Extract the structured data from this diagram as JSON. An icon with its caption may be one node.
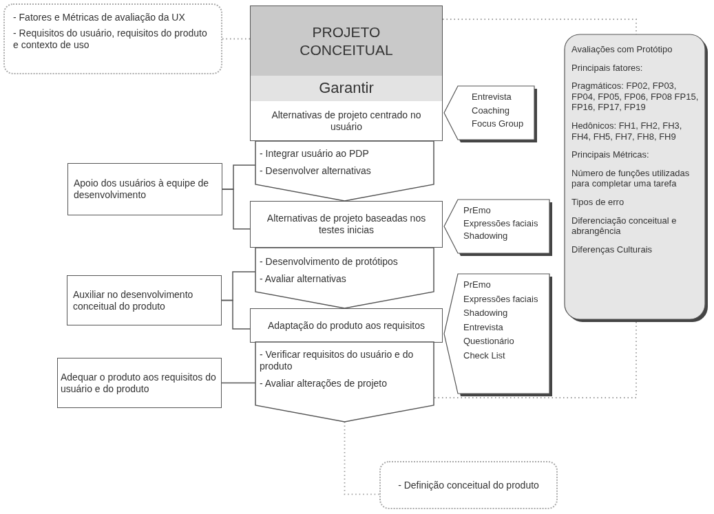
{
  "diagram": {
    "nodes": [
      {
        "text": [
          "- Fatores e Métricas de avaliação da UX",
          "- Requisitos do usuário, requisitos do produto e contexto de uso"
        ]
      },
      {
        "text": [
          "PROJETO CONCEITUAL"
        ]
      },
      {
        "text": [
          "Garantir"
        ]
      },
      {
        "text": [
          "Alternativas de projeto centrado no usuário"
        ]
      },
      {
        "text": [
          "- Integrar usuário ao PDP",
          "- Desenvolver alternativas"
        ]
      },
      {
        "text": [
          "Alternativas de projeto baseadas nos testes inicias"
        ]
      },
      {
        "text": [
          "- Desenvolvimento de protótipos",
          "- Avaliar alternativas"
        ]
      },
      {
        "text": [
          "Adaptação do produto aos requisitos"
        ]
      },
      {
        "text": [
          "- Verificar requisitos do usuário e do produto",
          "- Avaliar alterações de projeto"
        ]
      },
      {
        "text": [
          "Entrevista",
          "Coaching",
          "Focus Group"
        ]
      },
      {
        "text": [
          "PrEmo",
          "Expressões faciais",
          "Shadowing"
        ]
      },
      {
        "text": [
          "PrEmo",
          "Expressões faciais",
          "Shadowing",
          "Entrevista",
          "Questionário",
          "Check List"
        ]
      },
      {
        "text": [
          "Apoio dos usuários à equipe de desenvolvimento"
        ]
      },
      {
        "text": [
          "Auxiliar no desenvolvimento conceitual do produto"
        ]
      },
      {
        "text": [
          "Adequar o produto aos requisitos do usuário e do produto"
        ]
      },
      {
        "text": [
          "Avaliações com Protótipo",
          "Principais fatores:",
          "Pragmáticos: FP02, FP03, FP04, FP05, FP06, FP08 FP15, FP16, FP17, FP19",
          "Hedônicos: FH1, FH2, FH3, FH4, FH5, FH7, FH8, FH9",
          "Principais Métricas:",
          "Número de funções utilizadas para completar uma tarefa",
          "Tipos de erro",
          "Diferenciação conceitual e abrangência",
          "Diferenças Culturais"
        ]
      },
      {
        "text": [
          "- Definição conceitual do produto"
        ]
      }
    ],
    "edges": [
      {
        "from": 0,
        "to": 1,
        "arrow": "none",
        "style": "dashed"
      },
      {
        "from": 1,
        "to": 15,
        "arrow": "none",
        "style": "dashed"
      },
      {
        "from": 15,
        "to": 8,
        "arrow": "none",
        "style": "dashed"
      },
      {
        "from": 8,
        "to": 16,
        "arrow": "none",
        "style": "dashed"
      },
      {
        "from": 12,
        "to": 4,
        "arrow": "none"
      },
      {
        "from": 12,
        "to": 5,
        "arrow": "none"
      },
      {
        "from": 13,
        "to": 6,
        "arrow": "none"
      },
      {
        "from": 13,
        "to": 7,
        "arrow": "none"
      },
      {
        "from": 14,
        "to": 8,
        "arrow": "none"
      }
    ]
  }
}
